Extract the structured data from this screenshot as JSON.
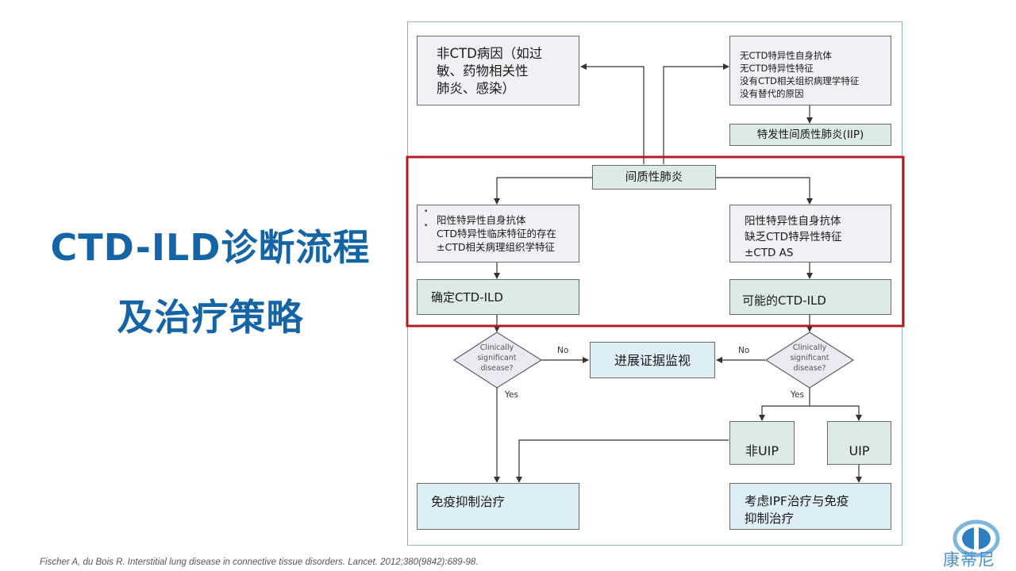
{
  "title": {
    "line1": "CTD-ILD诊断流程",
    "line2": "及治疗策略"
  },
  "flowchart": {
    "non_ctd": {
      "lines": [
        "非CTD病因（如过",
        "敏、药物相关性",
        "肺炎、感染）"
      ]
    },
    "no_ctd_features": {
      "lines": [
        "无CTD特异性自身抗体",
        "无CTD特异性特征",
        "没有CTD相关组织病理学特征",
        "没有替代的原因"
      ]
    },
    "iip": "特发性间质性肺炎(IIP)",
    "ild": "间质性肺炎",
    "positive_left": {
      "lines": [
        "阳性特异性自身抗体",
        "CTD特异性临床特征的存在",
        "±CTD相关病理组织学特征"
      ]
    },
    "positive_right": {
      "lines": [
        "阳性特异性自身抗体",
        "缺乏CTD特异性特征",
        "±CTD AS"
      ]
    },
    "definite": "确定CTD-ILD",
    "possible": "可能的CTD-ILD",
    "decision_left": {
      "lines": [
        "Clinically",
        "significant",
        "disease?"
      ]
    },
    "decision_right": {
      "lines": [
        "Clinically",
        "significant",
        "disease?"
      ]
    },
    "no_left": "No",
    "no_right": "No",
    "yes_left": "Yes",
    "yes_right": "Yes",
    "monitor": "进展证据监视",
    "non_uip": "非UIP",
    "uip": "UIP",
    "immuno": "免疫抑制治疗",
    "ipf": {
      "lines": [
        "考虑IPF治疗与免疫",
        "抑制治疗"
      ]
    }
  },
  "citation": "Fischer A, du Bois R. Interstitial lung disease in connective tissue disorders. Lancet. 2012;380(9842):689-98.",
  "logo": {
    "text": "康蒂尼"
  },
  "colors": {
    "title": "#1565a6",
    "highlight": "#b01e24",
    "lavender_box": "#f2eff6",
    "green_box": "#dcebe4",
    "blue_box": "#ddeef5"
  }
}
